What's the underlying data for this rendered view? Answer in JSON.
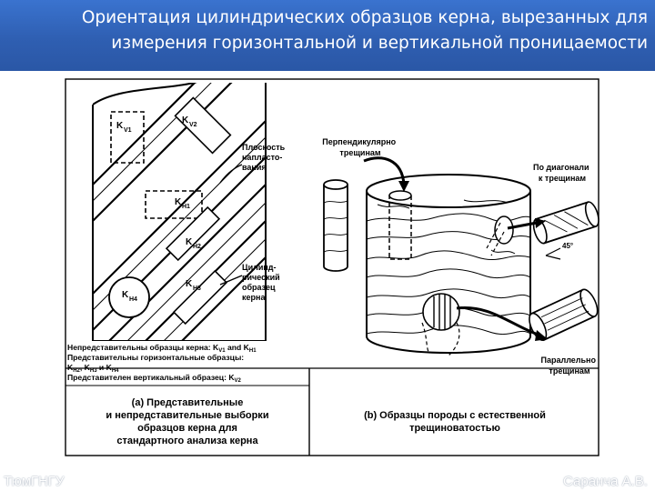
{
  "title": {
    "line1": "Ориентация цилиндрических образцов керна, вырезанных для",
    "line2": "измерения горизонтальной и вертикальной проницаемости"
  },
  "panel_a": {
    "labels": {
      "kv1": "K",
      "kv1_sub": "V1",
      "kv2": "K",
      "kv2_sub": "V2",
      "kh1": "K",
      "kh1_sub": "H1",
      "kh2": "K",
      "kh2_sub": "H2",
      "kh3": "K",
      "kh3_sub": "H3",
      "kh4": "K",
      "kh4_sub": "H4"
    },
    "bedding_label": [
      "Плоскость",
      "напласто-",
      "вания"
    ],
    "cyl_sample_label": [
      "Цилинд-",
      "рический",
      "образец",
      "керна"
    ],
    "notes": [
      "Непредставительны образцы керна: K",
      "Представительны горизонтальные образцы:",
      "K",
      "Представителен вертикальный образец: K"
    ],
    "notes_subs": {
      "n1a": "V1",
      "n1b": "H1",
      "n1_and": " and K",
      "n3a": "H2",
      "n3b": "H3",
      "n3c": "H4",
      "n3_sep": ", K",
      "n3_and": " и K",
      "n4a": "V2"
    },
    "caption": [
      "(а) Представительные",
      "и непредставительные выборки",
      "образцов керна для",
      "стандартного анализа керна"
    ]
  },
  "panel_b": {
    "perp_label": [
      "Перпендикулярно",
      "трещинам"
    ],
    "diag_label": [
      "По диагонали",
      "к трещинам"
    ],
    "angle_label": "45°",
    "parallel_label": [
      "Параллельно",
      "трещинам"
    ],
    "caption": [
      "(b) Образцы породы с естественной",
      "трещиноватостью"
    ]
  },
  "footer": {
    "left": "ТюмГНГУ",
    "right": "Саранча А.В."
  },
  "colors": {
    "title_bar": "#2f5fb2",
    "title_text": "#ffffff"
  }
}
